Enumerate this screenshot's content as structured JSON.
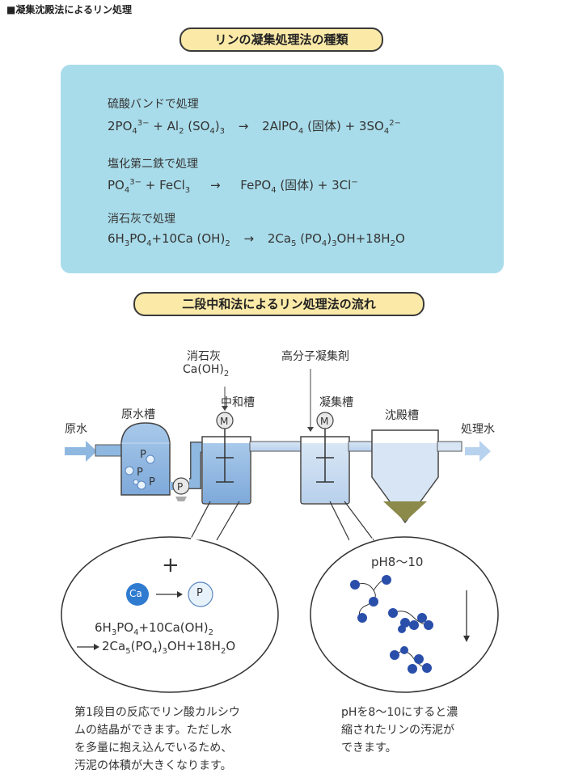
{
  "header": "■凝集沈殿法によるリン処理",
  "section1_title": "リンの凝集処理法の種類",
  "methods": [
    {
      "title": "硫酸バンドで処理",
      "equation": {
        "a": "2PO",
        "a_sub": "4",
        "a_sup": "3−",
        "b": " + Al",
        "b_sub": "2",
        "b2": " (SO",
        "b2_sub": "4",
        "b3": ")",
        "b3_sub": "3",
        "arrow": "→",
        "c": "2AlPO",
        "c_sub": "4",
        "c2": " (固体) + 3SO",
        "c2_sub": "4",
        "c2_sup": "2−"
      }
    },
    {
      "title": "塩化第二鉄で処理",
      "equation": {
        "a": "PO",
        "a_sub": "4",
        "a_sup": "3−",
        "b": " + FeCl",
        "b_sub": "3",
        "arrow": "→",
        "c": "FePO",
        "c_sub": "4",
        "c2": " (固体) + 3Cl",
        "c2_sup": "−"
      }
    },
    {
      "title": "消石灰で処理",
      "equation": {
        "a": "6H",
        "a_sub": "3",
        "a2": "PO",
        "a2_sub": "4",
        "b": "+10Ca (OH)",
        "b_sub": "2",
        "arrow": "→",
        "c": "2Ca",
        "c_sub": "5",
        "c2": " (PO",
        "c2_sub": "4",
        "c3": ")",
        "c3_sub": "3",
        "c4": "OH+18H",
        "c4_sub": "2",
        "c5": "O"
      }
    }
  ],
  "section2_title": "二段中和法によるリン処理法の流れ",
  "flow": {
    "raw_water": "原水",
    "raw_tank": "原水槽",
    "lime": "消石灰",
    "lime_formula": "Ca(OH)",
    "lime_formula_sub": "2",
    "polymer": "高分子凝集剤",
    "neutral_tank": "中和槽",
    "coag_tank": "凝集槽",
    "settle_tank": "沈殿槽",
    "treated_water": "処理水",
    "motor": "M",
    "pump": "P",
    "p_label": "P"
  },
  "bubble_left": {
    "plus": "+",
    "ca": "Ca",
    "p": "P",
    "eq1": {
      "a": "6H",
      "a_sub": "3",
      "b": "PO",
      "b_sub": "4",
      "c": "+10Ca(OH)",
      "c_sub": "2"
    },
    "eq2": {
      "a": "2Ca",
      "a_sub": "5",
      "b": "(PO",
      "b_sub": "4",
      "c": ")",
      "c_sub": "3",
      "d": "OH+18H",
      "d_sub": "2",
      "e": "O"
    }
  },
  "bubble_right": {
    "ph": "pH8～10"
  },
  "note_left": [
    "第1段目の反応でリン酸カルシウ",
    "ムの結晶ができます。ただし水",
    "を多量に抱え込んでいるため、",
    "汚泥の体積が大きくなります。"
  ],
  "note_right": [
    "pHを8～10にすると濃",
    "縮されたリンの汚泥が",
    "できます。"
  ],
  "colors": {
    "panel": "#a9dcea",
    "pill": "#fbe9a8",
    "water": "#8fb8e0",
    "water_light": "#c6dcf0",
    "ca_blue": "#2f7bd0",
    "floc_blue": "#2a4faa",
    "sludge": "#8c8a4a"
  }
}
